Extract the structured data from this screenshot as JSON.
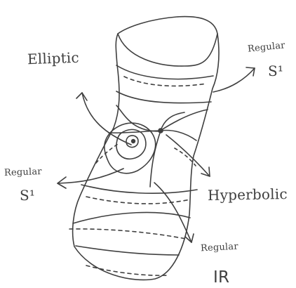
{
  "labels": {
    "elliptic": "Elliptic",
    "hyperbolic": "Hyperbolic",
    "regular_top_right": {
      "word": "Regular",
      "space": "S¹"
    },
    "regular_left": {
      "word": "Regular",
      "space": "S¹"
    },
    "regular_bottom": {
      "word": "Regular",
      "space": "IR"
    }
  },
  "colors": {
    "ink": "#3f3f3f",
    "background": "#ffffff"
  }
}
